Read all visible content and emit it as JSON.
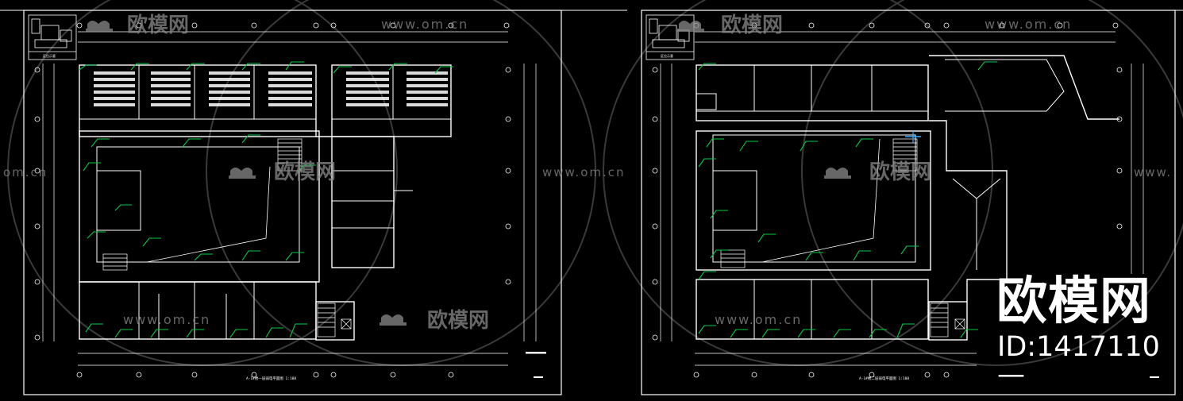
{
  "watermark": {
    "brand_cn": "欧模网",
    "url": "www.om.cn",
    "url_partial_left": "om.cn",
    "url_partial_right": "www.",
    "id_text": "ID:1417110"
  },
  "sheets": [
    {
      "title": "A-1#楼一层弱电平面图  1:100",
      "inset_label": "区位示意"
    },
    {
      "title": "A-1#楼二层弱电平面图  1:100",
      "inset_label": "区位示意"
    }
  ],
  "colors": {
    "background": "#000000",
    "lines": "#ffffff",
    "wiring": "#00cc44",
    "accent": "#33aaff",
    "watermark": "#8a8a8a"
  }
}
